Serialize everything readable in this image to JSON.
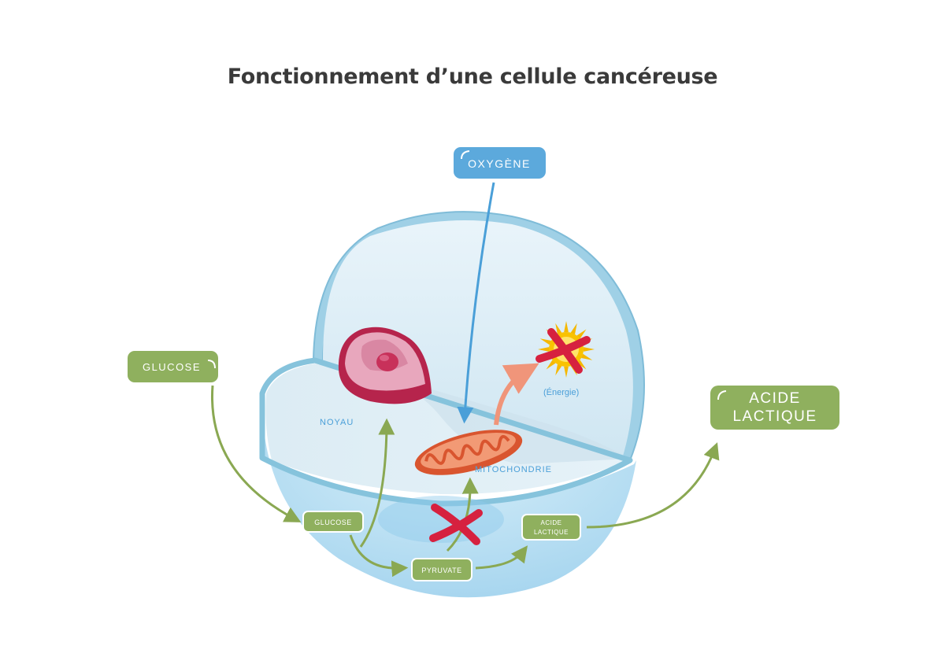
{
  "title": "Fonctionnement d’une cellule cancéreuse",
  "labels": {
    "oxygene": "OXYGÈNE",
    "glucose_outside": "GLUCOSE",
    "acide_lactique_outside_line1": "ACIDE",
    "acide_lactique_outside_line2": "LACTIQUE",
    "glucose_inside": "GLUCOSE",
    "pyruvate": "PYRUVATE",
    "acide_lactique_inside_line1": "ACIDE",
    "acide_lactique_inside_line2": "LACTIQUE",
    "noyau": "NOYAU",
    "mitochondrie": "MITOCHONDRIE",
    "energie": "(Énergie)"
  },
  "colors": {
    "green_box": "#8fb05e",
    "green_arrow": "#8aa852",
    "blue_box": "#5ca9dc",
    "blue_arrow": "#4a9fd8",
    "red_cross": "#d6213f",
    "orange_arrow": "#f0957a",
    "cell_outline": "#86c3dc",
    "nucleus": "#c8315a",
    "mitochondria": "#e86a3e",
    "sun": "#f5b800"
  }
}
